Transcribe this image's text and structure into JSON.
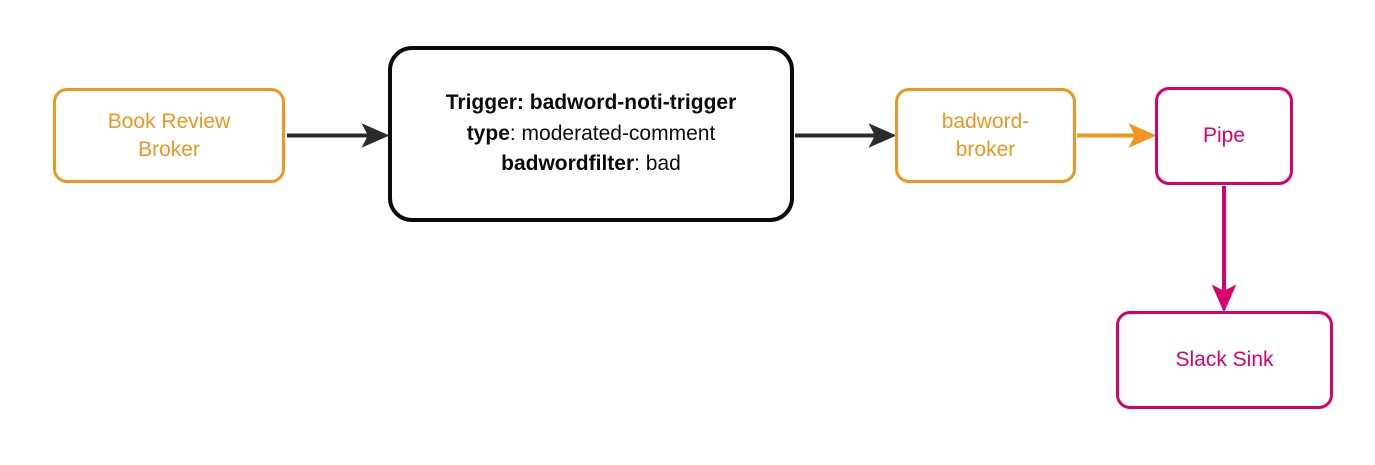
{
  "diagram": {
    "type": "flow-diagram",
    "background": "#ffffff",
    "colors": {
      "source_orange": "#f0951f",
      "trigger_black": "#0b0b0b",
      "pipe_crimson": "#d9006c",
      "edge_black": "#2b2b2b",
      "edge_orange": "#f0951f",
      "edge_crimson": "#d9006c"
    },
    "nodes": [
      {
        "id": "book-review-broker",
        "label": "Book Review\nBroker",
        "style": "source",
        "color": "#f0951f"
      },
      {
        "id": "badword-noti-trigger",
        "style": "trigger",
        "color": "#0b0b0b",
        "lines": [
          {
            "key": "Trigger:",
            "value": " badword-noti-trigger",
            "value_bold": true
          },
          {
            "key": "type",
            "value": ": moderated-comment",
            "value_bold": false
          },
          {
            "key": "badwordfilter",
            "value": ": bad",
            "value_bold": false
          }
        ]
      },
      {
        "id": "badword-broker",
        "label": "badword-\nbroker",
        "style": "source",
        "color": "#f0951f"
      },
      {
        "id": "pipe",
        "label": "Pipe",
        "style": "pipe",
        "color": "#d9006c"
      },
      {
        "id": "slack-sink",
        "label": "Slack Sink",
        "style": "pipe",
        "color": "#d9006c"
      }
    ],
    "edges": [
      {
        "id": "e1",
        "from": "book-review-broker",
        "to": "badword-noti-trigger",
        "color": "#2b2b2b",
        "direction": "right"
      },
      {
        "id": "e2",
        "from": "badword-noti-trigger",
        "to": "badword-broker",
        "color": "#2b2b2b",
        "direction": "right"
      },
      {
        "id": "e3",
        "from": "badword-broker",
        "to": "pipe",
        "color": "#f0951f",
        "direction": "right"
      },
      {
        "id": "e4",
        "from": "pipe",
        "to": "slack-sink",
        "color": "#d9006c",
        "direction": "down"
      }
    ]
  }
}
